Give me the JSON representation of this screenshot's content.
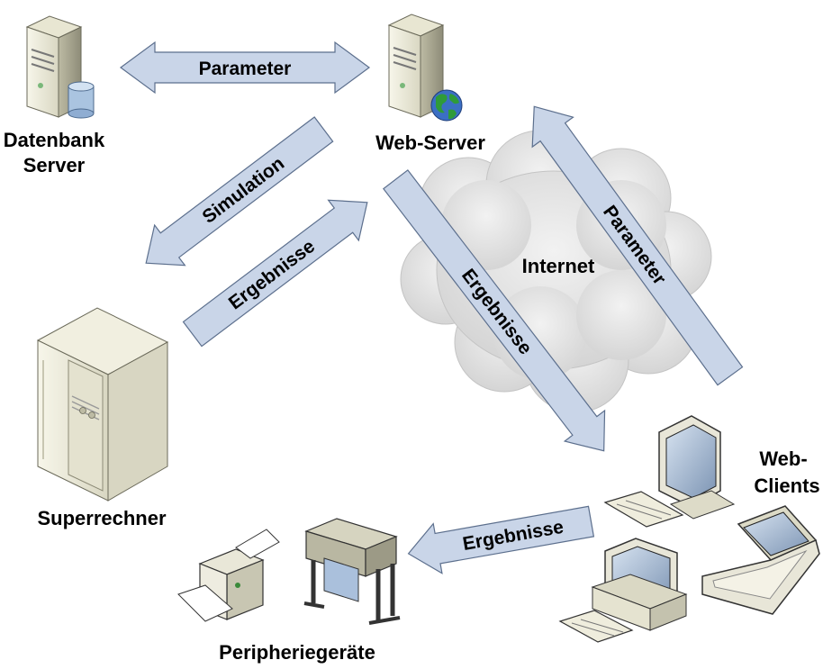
{
  "diagram": {
    "nodes": {
      "datenbank_server": {
        "line1": "Datenbank",
        "line2": "Server",
        "icon": "database-server-icon"
      },
      "web_server": {
        "label": "Web-Server",
        "icon": "web-server-icon"
      },
      "superrechner": {
        "label": "Superrechner",
        "icon": "supercomputer-icon"
      },
      "web_clients": {
        "line1": "Web-",
        "line2": "Clients",
        "icon": "client-computers-icon"
      },
      "peripheriegeraete": {
        "label": "Peripheriegeräte",
        "icon": "printer-plotter-icon"
      },
      "internet": {
        "label": "Internet",
        "icon": "cloud-icon"
      }
    },
    "arrows": {
      "db_web_parameter": "Parameter",
      "web_super_simulation": "Simulation",
      "super_web_ergebnisse": "Ergebnisse",
      "web_clients_ergebnisse": "Ergebnisse",
      "clients_web_parameter": "Parameter",
      "clients_peripheral_ergebnisse": "Ergebnisse"
    },
    "colors": {
      "arrow_fill": "#c9d5e8",
      "arrow_stroke": "#5c6f8d",
      "cloud": "#e1e1e1",
      "server_body": "#efeedd",
      "globe": "#2f7d32"
    }
  }
}
